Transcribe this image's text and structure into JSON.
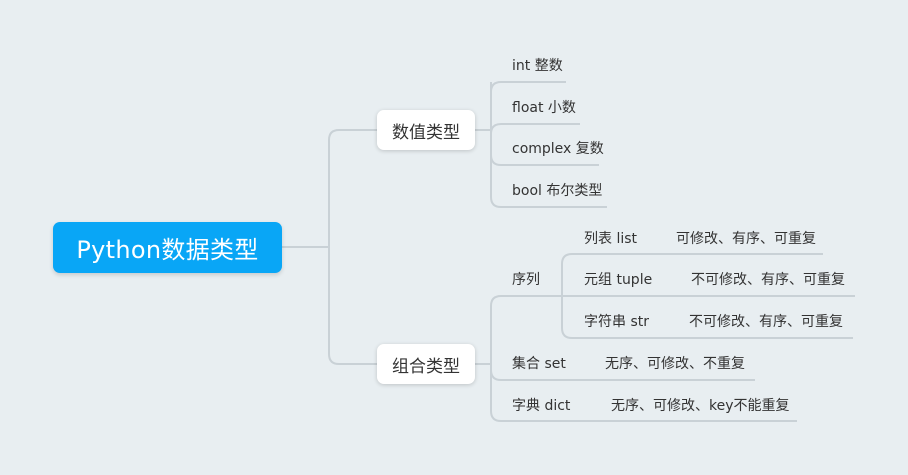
{
  "diagram": {
    "type": "mind-map",
    "colors": {
      "background": "#e8eef1",
      "root_fill": "#09a6f6",
      "root_text": "#ffffff",
      "branch_fill": "#ffffff",
      "connector": "#c9d1d6",
      "text": "#333333"
    },
    "root": {
      "label": "Python数据类型"
    },
    "branches": [
      {
        "label": "数值类型",
        "children": [
          {
            "label": "int 整数"
          },
          {
            "label": "float 小数"
          },
          {
            "label": "complex 复数"
          },
          {
            "label": "bool 布尔类型"
          }
        ]
      },
      {
        "label": "组合类型",
        "children": [
          {
            "label": "序列",
            "children": [
              {
                "label": "列表 list",
                "note": "可修改、有序、可重复"
              },
              {
                "label": "元组 tuple",
                "note": "不可修改、有序、可重复"
              },
              {
                "label": "字符串 str",
                "note": "不可修改、有序、可重复"
              }
            ]
          },
          {
            "label": "集合 set",
            "note": "无序、可修改、不重复"
          },
          {
            "label": "字典 dict",
            "note": "无序、可修改、key不能重复"
          }
        ]
      }
    ]
  }
}
